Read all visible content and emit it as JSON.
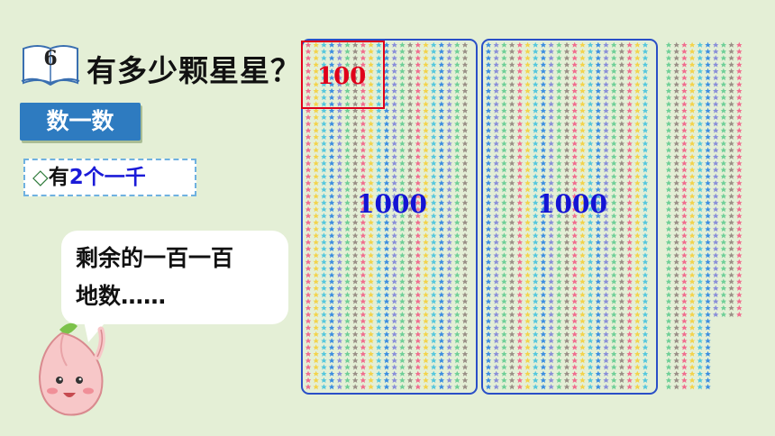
{
  "badge": {
    "number": "6",
    "icon": "open-book-icon"
  },
  "title": "有多少颗星星？",
  "tab_label": "数一数",
  "fact": {
    "marker": "◇",
    "prefix": "有",
    "highlight": "2个一千"
  },
  "speech": {
    "line1": "剩余的一百一百",
    "line2": "地数……"
  },
  "blocks": [
    {
      "label": "1000"
    },
    {
      "label": "1000"
    }
  ],
  "hundred_label": "100",
  "colors": {
    "background": "#e4efd6",
    "tab": "#2e7bc0",
    "frame": "#2a4fc7",
    "hundred_frame": "#e0001a",
    "highlight": "#1b1bd8",
    "stars": [
      "#f06d8e",
      "#f3d34a",
      "#55c7dd",
      "#3c8ee0",
      "#8a8fd8",
      "#6fcf97",
      "#9a8f86"
    ]
  }
}
